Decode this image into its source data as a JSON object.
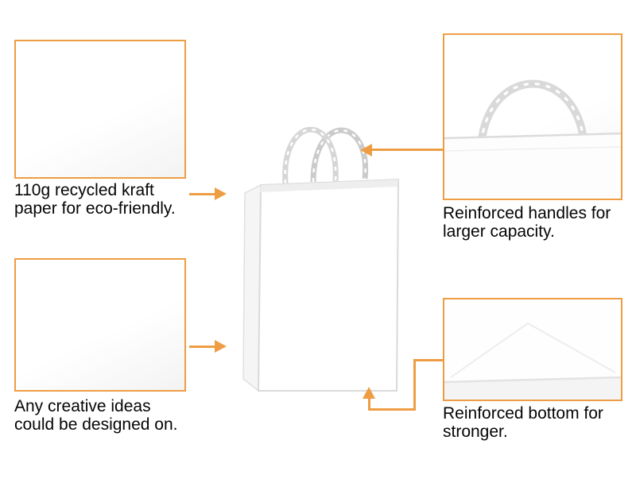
{
  "accent_color": "#EE9D44",
  "background_color": "#FFFFFF",
  "center_image": {
    "label": "white-kraft-paper-bag-with-twisted-handles"
  },
  "callouts": [
    {
      "id": "kraft-paper",
      "photo_icon": "white-kraft-paper-close-up",
      "lines": [
        "110g recycled kraft",
        "paper for eco-friendly."
      ]
    },
    {
      "id": "handles",
      "photo_icon": "bag-handle-close-up",
      "lines": [
        "Reinforced handles for",
        "larger capacity."
      ]
    },
    {
      "id": "design",
      "photo_icon": "blank-bag-surface-close-up",
      "lines": [
        "Any creative ideas",
        "could be designed on."
      ]
    },
    {
      "id": "bottom",
      "photo_icon": "bag-bottom-close-up",
      "lines": [
        "Reinforced bottom for",
        "stronger."
      ]
    }
  ],
  "connectors": [
    {
      "target": "kraft-paper",
      "icon": "arrow-right-icon"
    },
    {
      "target": "handles",
      "icon": "arrow-left-icon"
    },
    {
      "target": "design",
      "icon": "arrow-right-icon"
    },
    {
      "target": "bottom",
      "icon": "arrow-up-icon"
    }
  ]
}
